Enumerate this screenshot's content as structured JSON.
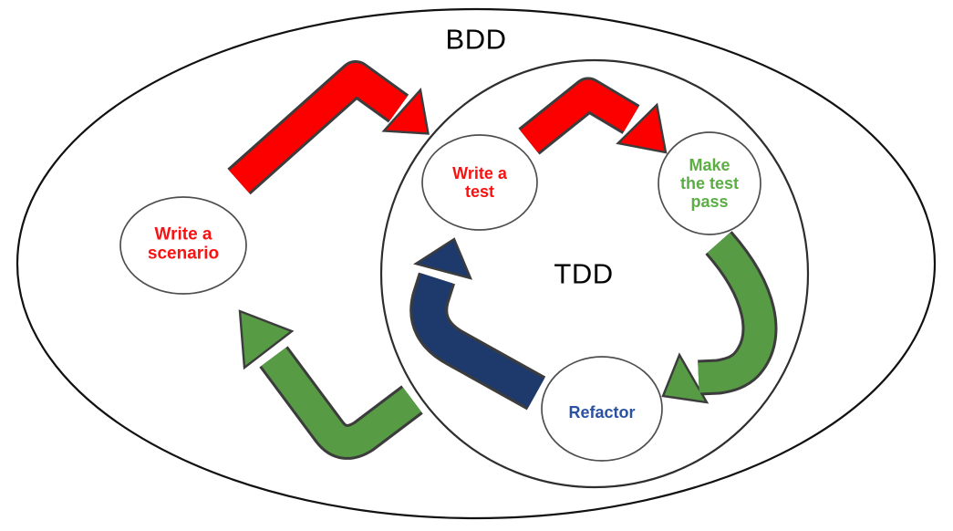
{
  "diagram_title": "BDD / TDD cycle diagram",
  "labels": {
    "outer_zone": "BDD",
    "inner_zone": "TDD"
  },
  "nodes": [
    {
      "id": "write-scenario",
      "label": "Write a\nscenario",
      "zone": "BDD",
      "text_color_key": "text_red"
    },
    {
      "id": "write-test",
      "label": "Write a\ntest",
      "zone": "TDD",
      "text_color_key": "text_red"
    },
    {
      "id": "make-test-pass",
      "label": "Make\nthe test\npass",
      "zone": "TDD",
      "text_color_key": "text_green"
    },
    {
      "id": "refactor",
      "label": "Refactor",
      "zone": "TDD",
      "text_color_key": "text_blue"
    }
  ],
  "arrows": [
    {
      "from": "write-scenario",
      "to": "write-test",
      "color_key": "arrow_red"
    },
    {
      "from": "write-test",
      "to": "make-test-pass",
      "color_key": "arrow_red"
    },
    {
      "from": "make-test-pass",
      "to": "refactor",
      "color_key": "arrow_green"
    },
    {
      "from": "refactor",
      "to": "write-test",
      "color_key": "arrow_blue"
    },
    {
      "from": "refactor",
      "to": "write-scenario",
      "color_key": "arrow_green"
    }
  ],
  "colors": {
    "arrow_red": "#fc0000",
    "arrow_green": "#579b45",
    "arrow_blue": "#1e3a6c",
    "text_red": "#fa1111",
    "text_green": "#5bae44",
    "text_blue": "#2b52a2",
    "zone_text": "#000000",
    "outline": "#3c3c3c",
    "node_stroke": "#4f4f4f",
    "boundary_inner": "#2e2e2e",
    "boundary_outer": "#111111",
    "background": "#ffffff"
  }
}
